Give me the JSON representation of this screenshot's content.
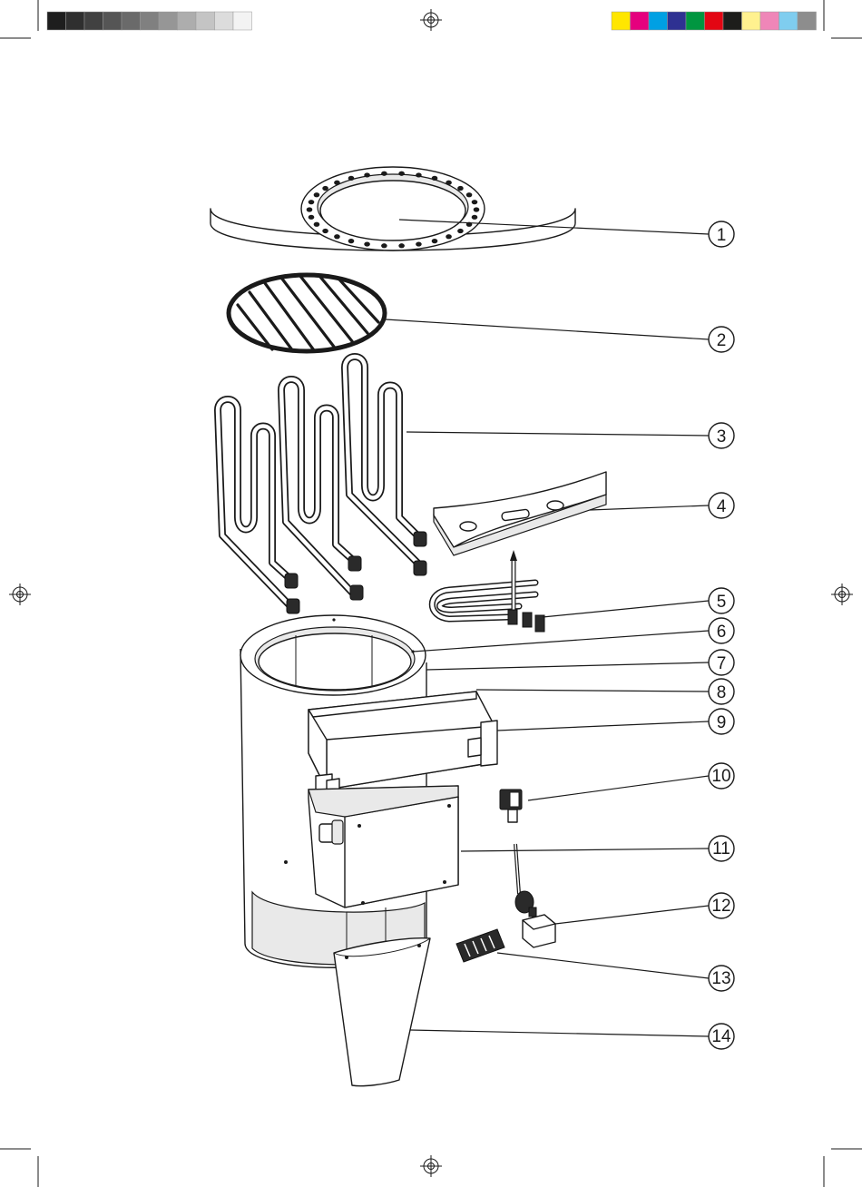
{
  "callouts": [
    {
      "label": "1"
    },
    {
      "label": "2"
    },
    {
      "label": "3"
    },
    {
      "label": "4"
    },
    {
      "label": "5"
    },
    {
      "label": "6"
    },
    {
      "label": "7"
    },
    {
      "label": "8"
    },
    {
      "label": "9"
    },
    {
      "label": "10"
    },
    {
      "label": "11"
    },
    {
      "label": "12"
    },
    {
      "label": "13"
    },
    {
      "label": "14"
    }
  ],
  "colors": {
    "ink": "#1a1a1a",
    "greyscale": [
      "#1e1e1e",
      "#2f2f2f",
      "#414141",
      "#555555",
      "#6a6a6a",
      "#808080",
      "#969696",
      "#adadad",
      "#c4c4c4",
      "#dcdcdc",
      "#f3f3f3"
    ],
    "process": [
      "#ffe600",
      "#e5007e",
      "#00a0e3",
      "#2e3192",
      "#009640",
      "#e30613",
      "#1d1d1b",
      "#fff18f",
      "#ef86b8",
      "#7fcdef",
      "#8d8d8d"
    ]
  },
  "icons": {
    "registration": "registration-mark-icon",
    "crop": "crop-mark-icon"
  }
}
